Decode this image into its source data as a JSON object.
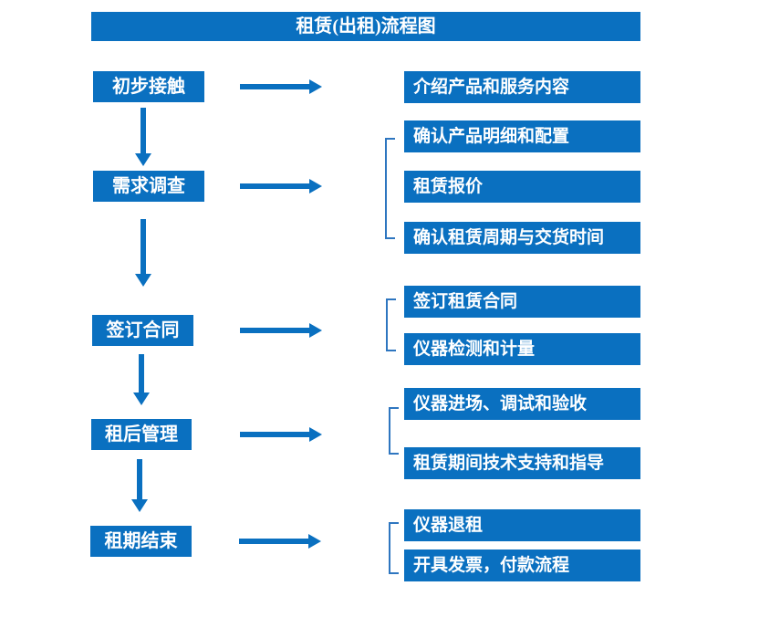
{
  "title": "租赁(出租)流程图",
  "colors": {
    "box_blue": "#0a70c0",
    "connector_blue": "#2e76c0",
    "text_white": "#ffffff",
    "background": "#ffffff"
  },
  "steps": [
    {
      "label": "初步接触"
    },
    {
      "label": "需求调查"
    },
    {
      "label": "签订合同"
    },
    {
      "label": "租后管理"
    },
    {
      "label": "租期结束"
    }
  ],
  "details": {
    "step1": [
      "介绍产品和服务内容"
    ],
    "step2": [
      "确认产品明细和配置",
      "租赁报价",
      "确认租赁周期与交货时间"
    ],
    "step3": [
      "签订租赁合同",
      "仪器检测和计量"
    ],
    "step4": [
      "仪器进场、调试和验收",
      "租赁期间技术支持和指导"
    ],
    "step5": [
      "仪器退租",
      "开具发票，付款流程"
    ]
  }
}
